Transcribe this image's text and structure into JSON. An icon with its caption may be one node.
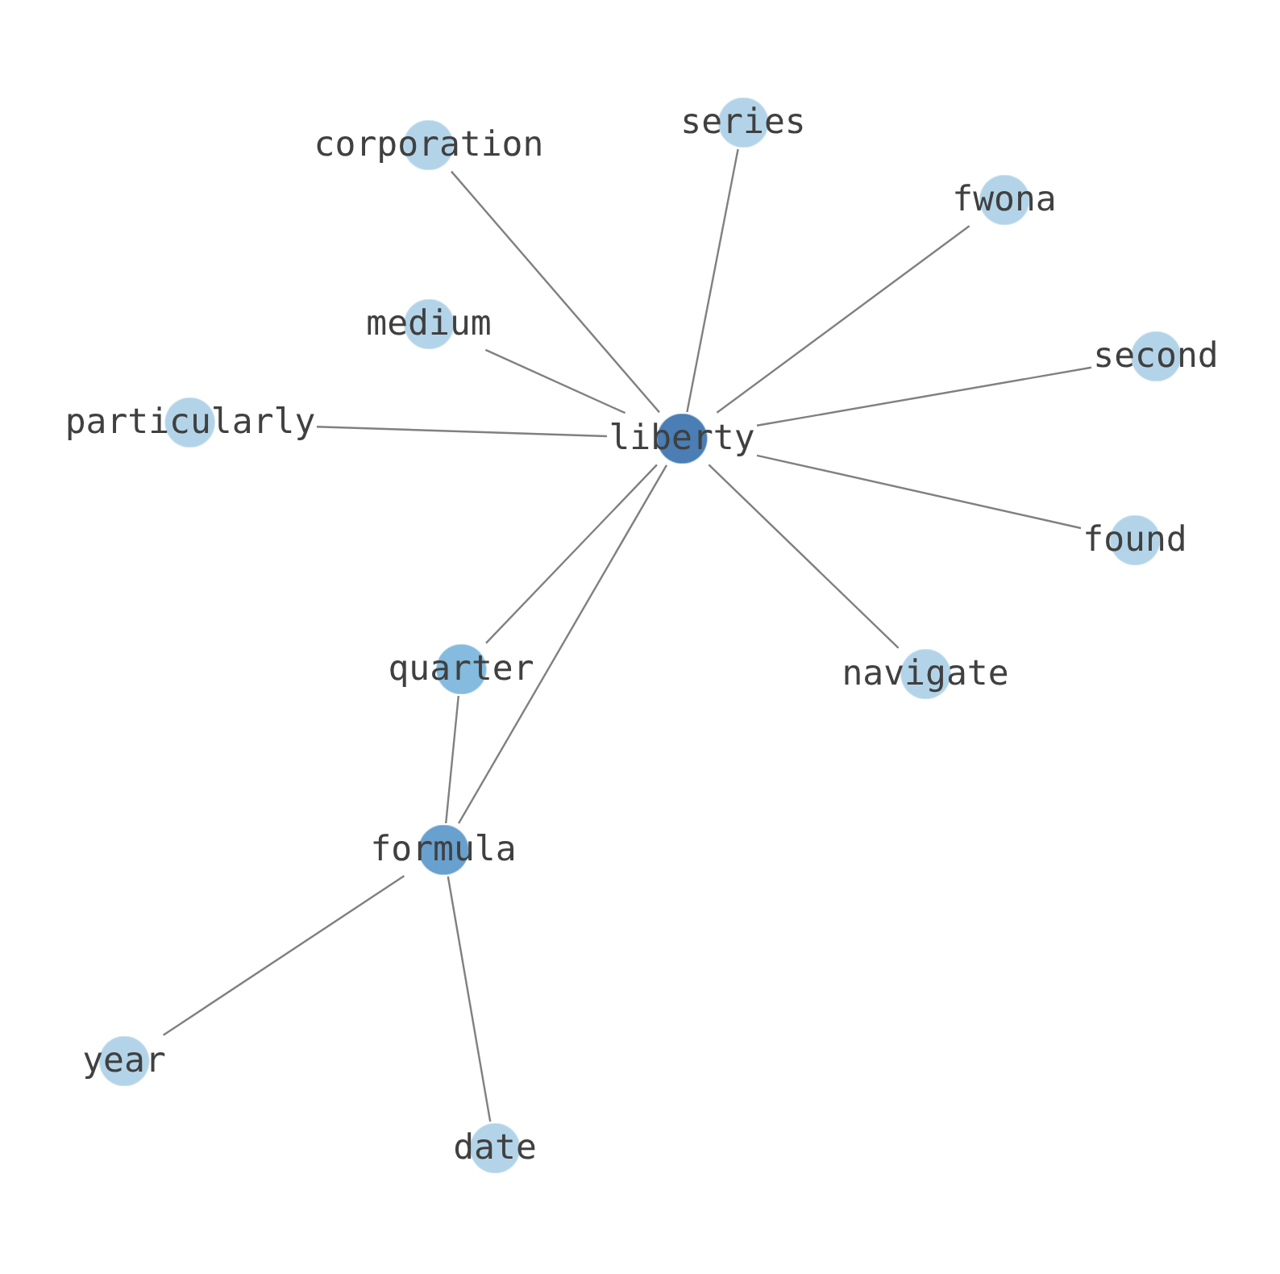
{
  "diagram": {
    "nodes": [
      {
        "text": [
          "series"
        ]
      },
      {
        "text": [
          "corporation"
        ]
      },
      {
        "text": [
          "fwona"
        ]
      },
      {
        "text": [
          "medium"
        ]
      },
      {
        "text": [
          "second"
        ]
      },
      {
        "text": [
          "particularly"
        ]
      },
      {
        "text": [
          "liberty"
        ]
      },
      {
        "text": [
          "found"
        ]
      },
      {
        "text": [
          "quarter"
        ]
      },
      {
        "text": [
          "navigate"
        ]
      },
      {
        "text": [
          "formula"
        ]
      },
      {
        "text": [
          "year"
        ]
      },
      {
        "text": [
          "date"
        ]
      }
    ],
    "edges": [
      {
        "from": 6,
        "to": 0,
        "arrow": "none"
      },
      {
        "from": 6,
        "to": 1,
        "arrow": "none"
      },
      {
        "from": 6,
        "to": 2,
        "arrow": "none"
      },
      {
        "from": 6,
        "to": 3,
        "arrow": "none"
      },
      {
        "from": 6,
        "to": 4,
        "arrow": "none"
      },
      {
        "from": 6,
        "to": 5,
        "arrow": "none"
      },
      {
        "from": 6,
        "to": 7,
        "arrow": "none"
      },
      {
        "from": 6,
        "to": 9,
        "arrow": "none"
      },
      {
        "from": 6,
        "to": 8,
        "arrow": "none"
      },
      {
        "from": 6,
        "to": 10,
        "arrow": "none"
      },
      {
        "from": 8,
        "to": 10,
        "arrow": "none"
      },
      {
        "from": 10,
        "to": 11,
        "arrow": "none"
      },
      {
        "from": 10,
        "to": 12,
        "arrow": "none"
      }
    ]
  }
}
